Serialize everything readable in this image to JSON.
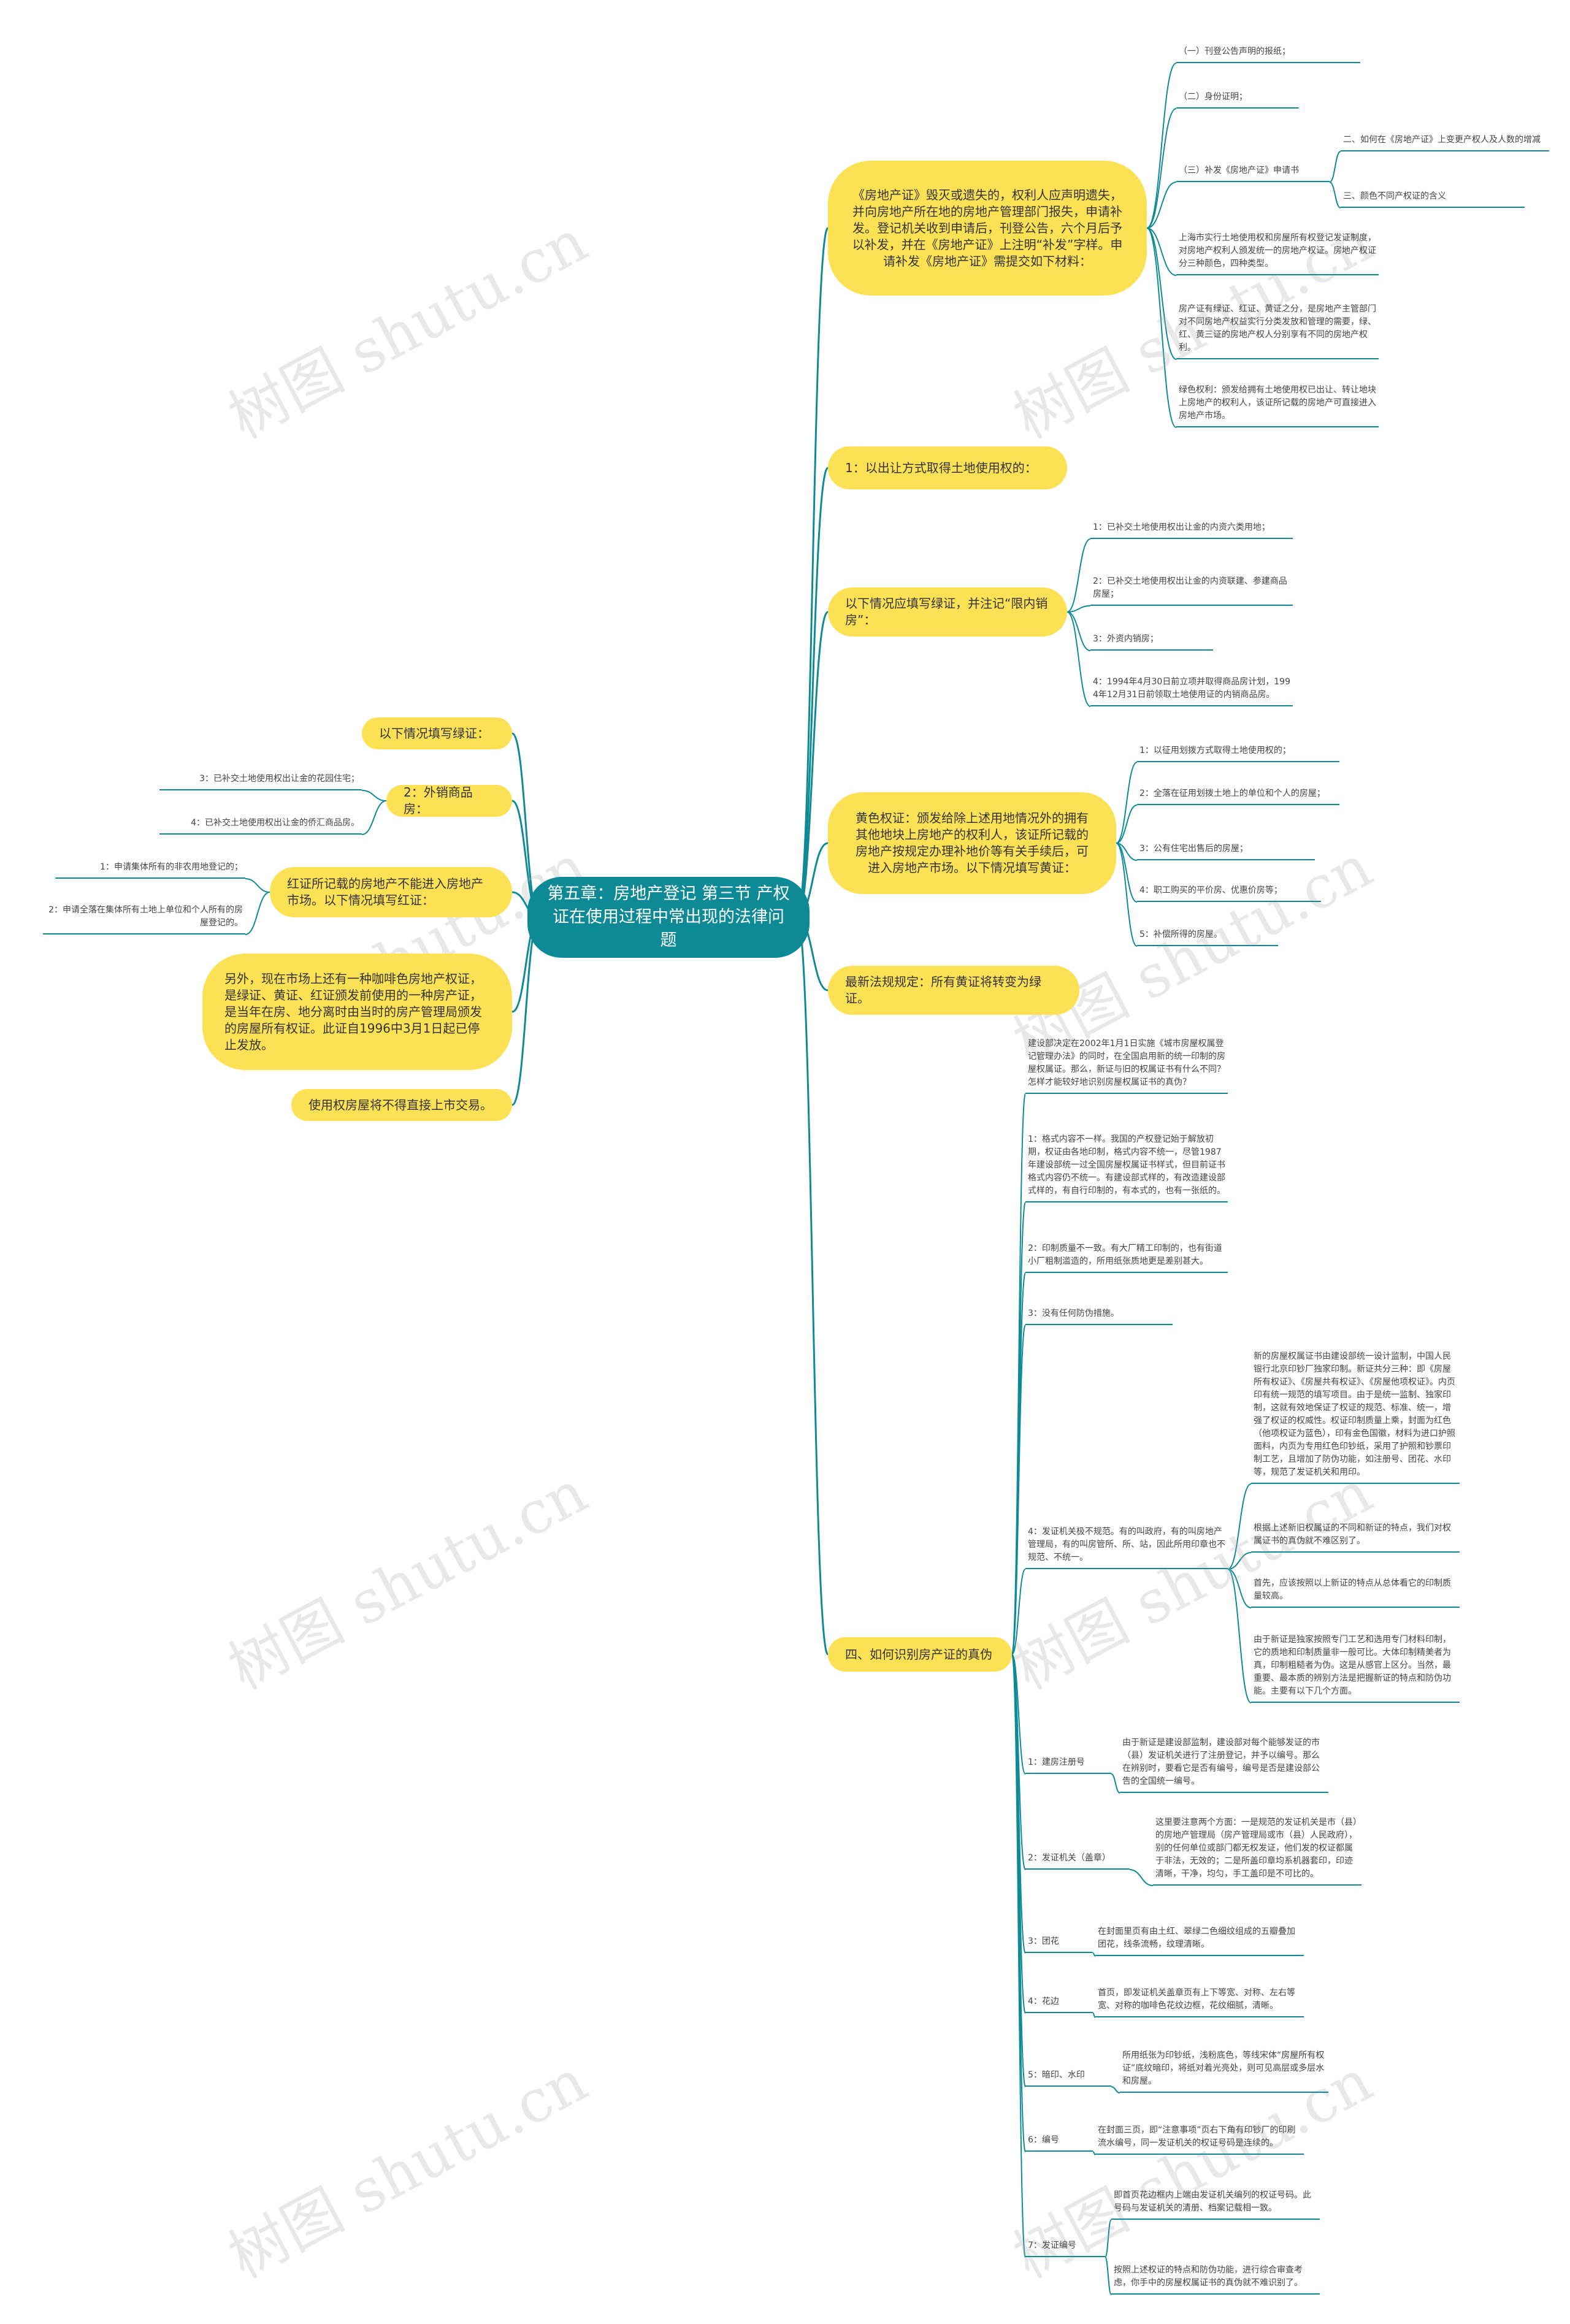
{
  "watermark": "树图 shutu.cn",
  "root": {
    "label": "第五章：房地产登记 第三节 产权证在使用过程中常出现的法律问题"
  },
  "right": [
    {
      "label": "《房地产证》毁灭或遗失的，权利人应声明遗失，并向房地产所在地的房地产管理部门报失，申请补发。登记机关收到申请后，刊登公告，六个月后予以补发，并在《房地产证》上注明“补发”字样。申请补发《房地产证》需提交如下材料：",
      "children": [
        {
          "label": "（一）刊登公告声明的报纸；"
        },
        {
          "label": "（二）身份证明；"
        },
        {
          "label": "（三）补发《房地产证》申请书",
          "children": [
            {
              "label": "二、如何在《房地产证》上变更产权人及人数的增减"
            },
            {
              "label": "三、颜色不同产权证的含义"
            }
          ]
        },
        {
          "label": "上海市实行土地使用权和房屋所有权登记发证制度，对房地产权利人颁发统一的房地产权证。房地产权证分三种颜色，四种类型。"
        },
        {
          "label": "房产证有绿证、红证、黄证之分，是房地产主管部门对不同房地产权益实行分类发放和管理的需要，绿、红、黄三证的房地产权人分别享有不同的房地产权利。"
        },
        {
          "label": "绿色权利：颁发给拥有土地使用权已出让、转让地块上房地产的权利人，该证所记载的房地产可直接进入房地产市场。"
        }
      ]
    },
    {
      "label": "1：以出让方式取得土地使用权的：",
      "children": []
    },
    {
      "label": "以下情况应填写绿证，并注记“限内销房”：",
      "children": [
        {
          "label": "1：已补交土地使用权出让金的内资六类用地；"
        },
        {
          "label": "2：已补交土地使用权出让金的内资联建、参建商品房屋；"
        },
        {
          "label": "3：外资内销房；"
        },
        {
          "label": "4：1994年4月30日前立项并取得商品房计划，1994年12月31日前领取土地使用证的内销商品房。"
        }
      ]
    },
    {
      "label": "黄色权证：颁发给除上述用地情况外的拥有其他地块上房地产的权利人，该证所记载的房地产按规定办理补地价等有关手续后，可进入房地产市场。以下情况填写黄证：",
      "children": [
        {
          "label": "1：以征用划拨方式取得土地使用权的；"
        },
        {
          "label": "2：全落在征用划拨土地上的单位和个人的房屋；"
        },
        {
          "label": "3：公有住宅出售后的房屋；"
        },
        {
          "label": "4：职工购买的平价房、优惠价房等；"
        },
        {
          "label": "5：补偿所得的房屋。"
        }
      ]
    },
    {
      "label": "最新法规规定：所有黄证将转变为绿证。",
      "children": []
    },
    {
      "label": "四、如何识别房产证的真伪",
      "children": [
        {
          "label": "建设部决定在2002年1月1日实施《城市房屋权属登记管理办法》的同时，在全国启用新的统一印制的房屋权属证。那么，新证与旧的权属证书有什么不同？怎样才能较好地识别房屋权属证书的真伪？"
        },
        {
          "label": "1：格式内容不一样。我国的产权登记始于解放初期，权证由各地印制，格式内容不统一，尽管1987年建设部统一过全国房屋权属证书样式，但目前证书格式内容仍不统一。有建设部式样的，有改造建设部式样的，有自行印制的，有本式的，也有一张纸的。"
        },
        {
          "label": "2：印制质量不一致。有大厂精工印制的，也有街道小厂粗制滥造的，所用纸张质地更是差别甚大。"
        },
        {
          "label": "3：没有任何防伪措施。"
        },
        {
          "label": "4：发证机关极不规范。有的叫政府，有的叫房地产管理局，有的叫房管所、所、站，因此所用印章也不规范、不统一。",
          "children": [
            {
              "label": "新的房屋权属证书由建设部统一设计监制，中国人民银行北京印钞厂独家印制。新证共分三种：即《房屋所有权证》、《房屋共有权证》、《房屋他项权证》。内页印有统一规范的填写项目。由于是统一监制、独家印制，这就有效地保证了权证的规范、标准、统一，增强了权证的权威性。权证印制质量上乘，封面为红色（他项权证为蓝色），印有金色国徽，材料为进口护照面料，内页为专用红色印钞纸，采用了护照和钞票印制工艺，且增加了防伪功能，如注册号、团花、水印等，规范了发证机关和用印。"
            },
            {
              "label": "根据上述新旧权属证的不同和新证的特点，我们对权属证书的真伪就不难区别了。"
            },
            {
              "label": "首先，应该按照以上新证的特点从总体看它的印制质量较高。"
            },
            {
              "label": "由于新证是独家按照专门工艺和选用专门材料印制，它的质地和印制质量非一般可比。大体印制精美者为真，印制粗糙者为伪。这是从感官上区分。当然，最重要、最本质的辨别方法是把握新证的特点和防伪功能。主要有以下几个方面。"
            }
          ]
        },
        {
          "label": "1：建房注册号",
          "children": [
            {
              "label": "由于新证是建设部监制，建设部对每个能够发证的市（县）发证机关进行了注册登记，并予以编号。那么在辨别时，要看它是否有编号，编号是否是建设部公告的全国统一编号。"
            }
          ]
        },
        {
          "label": "2：发证机关（盖章）",
          "children": [
            {
              "label": "这里要注意两个方面：一是规范的发证机关是市（县）的房地产管理局（房产管理局或市（县）人民政府），别的任何单位或部门都无权发证，他们发的权证都属于非法，无效的；二是所盖印章均系机器套印，印迹清晰，干净，均匀，手工盖印是不可比的。"
            }
          ]
        },
        {
          "label": "3：团花",
          "children": [
            {
              "label": "在封面里页有由土红、翠绿二色细纹组成的五瓣叠加团花，线条流畅，纹理清晰。"
            }
          ]
        },
        {
          "label": "4：花边",
          "children": [
            {
              "label": "首页，即发证机关盖章页有上下等宽、对称、左右等宽、对称的咖啡色花纹边框，花纹细腻，清晰。"
            }
          ]
        },
        {
          "label": "5：暗印、水印",
          "children": [
            {
              "label": "所用纸张为印钞纸，浅粉底色，等线宋体“房屋所有权证”底纹暗印，将纸对着光亮处，则可见高层或多层水和房屋。"
            }
          ]
        },
        {
          "label": "6：编号",
          "children": [
            {
              "label": "在封面三页，即“注意事项”页右下角有印钞厂的印刷流水编号，同一发证机关的权证号码是连续的。"
            }
          ]
        },
        {
          "label": "7：发证编号",
          "children": [
            {
              "label": "即首页花边框内上端由发证机关编列的权证号码。此号码与发证机关的清册、档案记载相一致。"
            },
            {
              "label": "按照上述权证的特点和防伪功能，进行综合审查考虑，你手中的房屋权属证书的真伪就不难识别了。"
            }
          ]
        }
      ]
    }
  ],
  "left": [
    {
      "label": "以下情况填写绿证：",
      "children": []
    },
    {
      "label": "2：外销商品房：",
      "children": [
        {
          "label": "3：已补交土地使用权出让金的花园住宅；"
        },
        {
          "label": "4：已补交土地使用权出让金的侨汇商品房。"
        }
      ]
    },
    {
      "label": "红证所记载的房地产不能进入房地产市场。以下情况填写红证：",
      "children": [
        {
          "label": "1：申请集体所有的非农用地登记的；"
        },
        {
          "label": "2：申请全落在集体所有土地上单位和个人所有的房屋登记的。"
        }
      ]
    },
    {
      "label": "另外，现在市场上还有一种咖啡色房地产权证，是绿证、黄证、红证颁发前使用的一种房产证，是当年在房、地分离时由当时的房产管理局颁发的房屋所有权证。此证自1996中3月1日起已停止发放。",
      "children": []
    },
    {
      "label": "使用权房屋将不得直接上市交易。",
      "children": []
    }
  ]
}
